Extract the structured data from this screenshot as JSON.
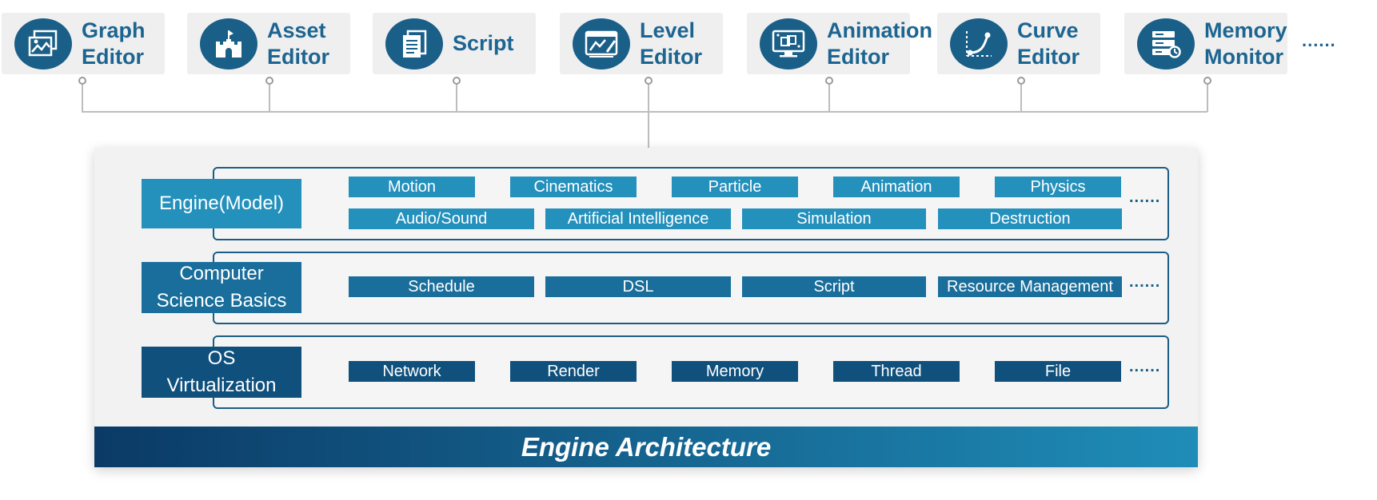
{
  "tools": [
    {
      "label": "Graph\nEditor",
      "icon": "graph-editor-icon"
    },
    {
      "label": "Asset\nEditor",
      "icon": "asset-castle-icon"
    },
    {
      "label": "Script",
      "icon": "script-document-icon"
    },
    {
      "label": "Level\nEditor",
      "icon": "level-editor-icon"
    },
    {
      "label": "Animation\nEditor",
      "icon": "animation-monitor-icon"
    },
    {
      "label": "Curve\nEditor",
      "icon": "curve-icon"
    },
    {
      "label": "Memory\nMonitor",
      "icon": "memory-server-icon"
    }
  ],
  "tools_ellipsis": "......",
  "layers": [
    {
      "label": "Engine(Model)",
      "modules": [
        "Motion",
        "Cinematics",
        "Particle",
        "Animation",
        "Physics",
        "Audio/Sound",
        "Artificial Intelligence",
        "Simulation",
        "Destruction"
      ],
      "ellipsis": "......"
    },
    {
      "label": "Computer\nScience Basics",
      "modules": [
        "Schedule",
        "DSL",
        "Script",
        "Resource Management"
      ],
      "ellipsis": "......"
    },
    {
      "label": "OS\nVirtualization",
      "modules": [
        "Network",
        "Render",
        "Memory",
        "Thread",
        "File"
      ],
      "ellipsis": "......"
    }
  ],
  "footer_title": "Engine Architecture",
  "colors": {
    "tool_icon_bg": "#1a5f88",
    "tool_text": "#1d6591",
    "engine_layer": "#2490bc",
    "cs_layer": "#1a6e9b",
    "os_layer": "#10507c",
    "footer_gradient_start": "#0b3a66",
    "footer_gradient_end": "#1f8db8"
  }
}
